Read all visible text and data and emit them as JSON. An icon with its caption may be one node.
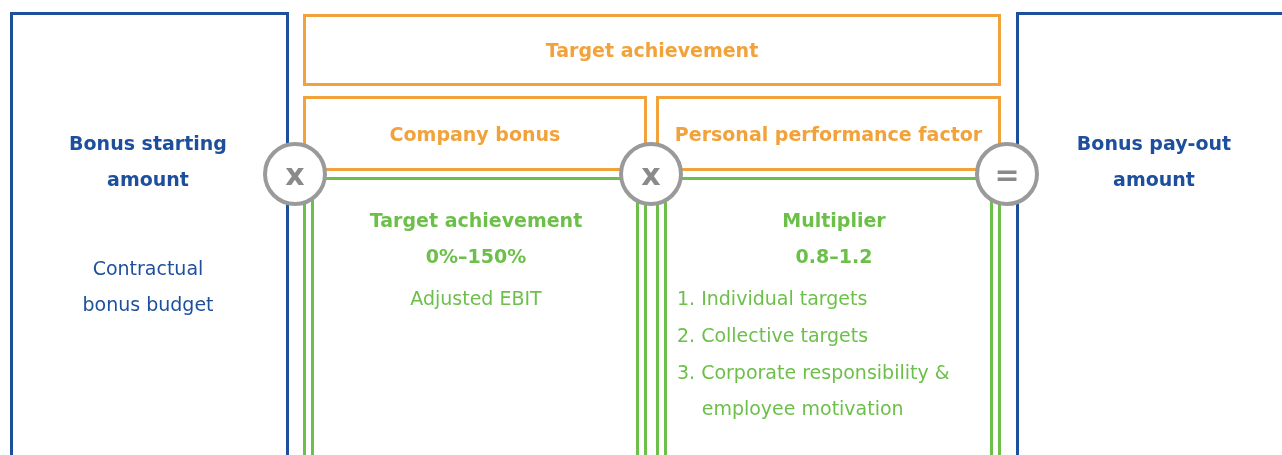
{
  "diagram": {
    "nodes": [
      {
        "text": [
          "Bonus starting amount",
          "Contractual bonus budget"
        ]
      },
      {
        "text": [
          "Target achievement"
        ]
      },
      {
        "text": [
          "Company bonus"
        ]
      },
      {
        "text": [
          "Personal performance factor"
        ]
      },
      {
        "text": [
          "x"
        ]
      },
      {
        "text": [
          "x"
        ]
      },
      {
        "text": [
          "="
        ]
      },
      {
        "text": [
          "Target achievement 0%–150%",
          "Adjusted EBIT"
        ]
      },
      {
        "text": [
          "Multiplier 0.8–1.2",
          "1. Individual targets",
          "2. Collective targets",
          "3. Corporate responsibility & employee motivation"
        ]
      },
      {
        "text": [
          "Bonus pay-out amount"
        ]
      }
    ],
    "edges": []
  }
}
